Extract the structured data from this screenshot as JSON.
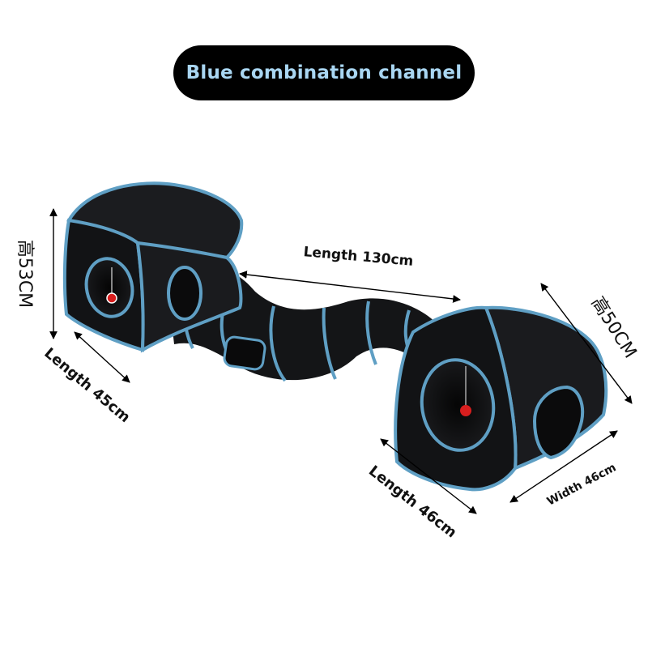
{
  "title": "Blue combination channel",
  "dimensions": {
    "height_left": "高53CM",
    "length_left_cube": "Length 45cm",
    "tunnel_length": "Length 130cm",
    "height_right": "高50CM",
    "length_right": "Length 46cm",
    "width_right": "Width 46cm"
  },
  "colors": {
    "fabric": "#121315",
    "trim": "#5f9fc4",
    "title_background": "#000000",
    "title_text": "#a9d6f2",
    "toy_ball": "#d81e1e"
  }
}
